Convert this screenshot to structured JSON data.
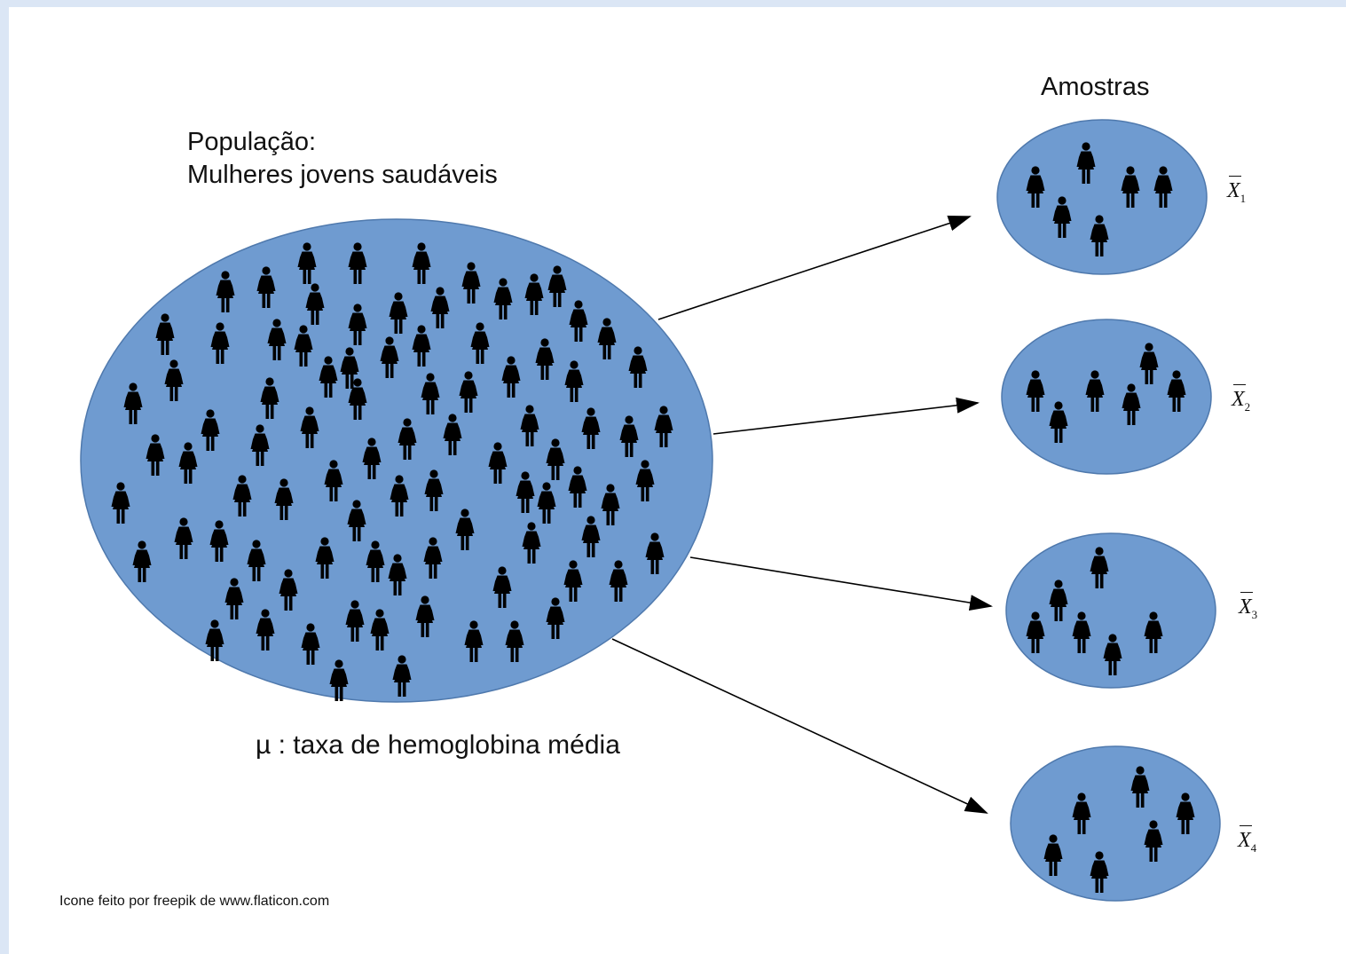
{
  "population": {
    "title_line1": "População:",
    "title_line2": "Mulheres jovens saudáveis",
    "parameter_label": "µ : taxa de hemoglobina média"
  },
  "samples": {
    "title": "Amostras",
    "items": [
      {
        "symbol": "X",
        "subscript": "1"
      },
      {
        "symbol": "X",
        "subscript": "2"
      },
      {
        "symbol": "X",
        "subscript": "3"
      },
      {
        "symbol": "X",
        "subscript": "4"
      }
    ]
  },
  "credit": "Icone feito por freepik de www.flaticon.com",
  "colors": {
    "ellipse_fill": "#6f9bd0",
    "ellipse_stroke": "#4f79ad",
    "figure": "#000000",
    "arrow": "#000000"
  },
  "icons": {
    "person": "woman-figure-icon"
  }
}
